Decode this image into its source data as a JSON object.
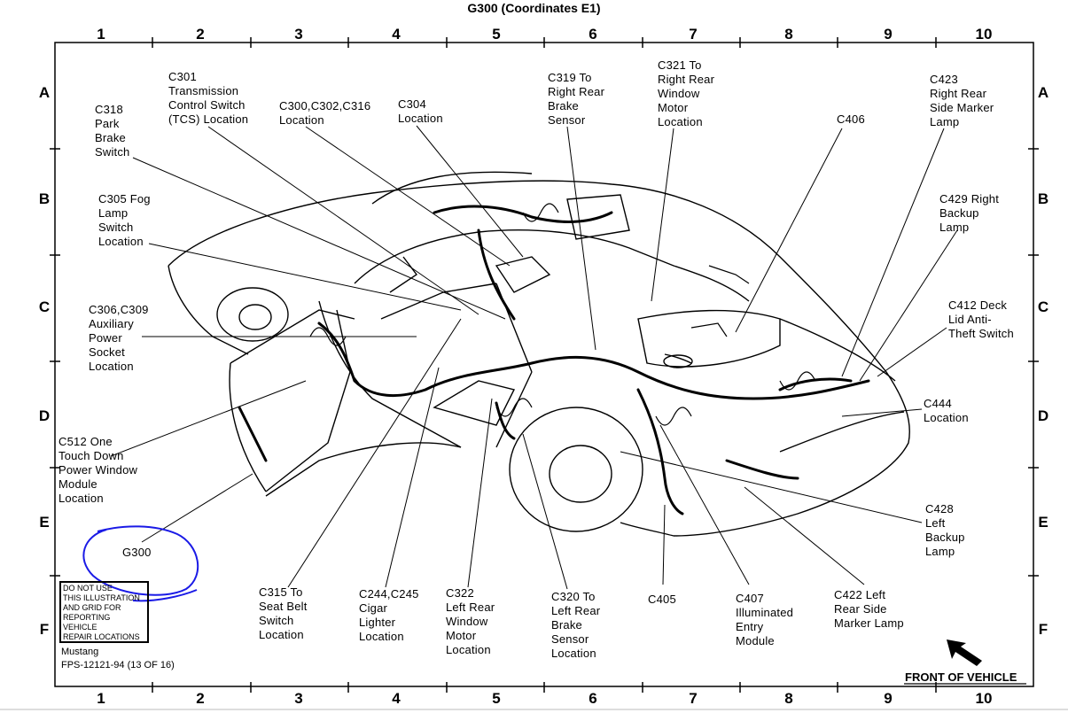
{
  "header": {
    "title": "G300  (Coordinates  E1)"
  },
  "grid": {
    "columns": [
      "1",
      "2",
      "3",
      "4",
      "5",
      "6",
      "7",
      "8",
      "9",
      "10"
    ],
    "rows": [
      "A",
      "B",
      "C",
      "D",
      "E",
      "F"
    ]
  },
  "labels": {
    "c301": "C301\nTransmission\nControl Switch\n(TCS) Location",
    "c318": "C318\nPark\nBrake\nSwitch",
    "c300": "C300,C302,C316\nLocation",
    "c304": "C304\nLocation",
    "c319": "C319 To\nRight Rear\nBrake\nSensor",
    "c321": "C321 To\nRight Rear\nWindow\nMotor\nLocation",
    "c406": "C406",
    "c423": "C423\nRight Rear\nSide Marker\nLamp",
    "c305": "C305 Fog\nLamp\nSwitch\nLocation",
    "c429": "C429 Right\nBackup\nLamp",
    "c306": "C306,C309\nAuxiliary\nPower\nSocket\nLocation",
    "c412": "C412 Deck\nLid Anti-\nTheft Switch",
    "c444": "C444\nLocation",
    "c512": "C512 One\nTouch Down\nPower Window\nModule\nLocation",
    "c428": "C428\nLeft\nBackup\nLamp",
    "g300": "G300",
    "c315": "C315 To\nSeat Belt\nSwitch\nLocation",
    "c244": "C244,C245\nCigar\nLighter\nLocation",
    "c322": "C322\nLeft Rear\nWindow\nMotor\nLocation",
    "c320": "C320 To\nLeft Rear\nBrake\nSensor\nLocation",
    "c405": "C405",
    "c407": "C407\nIlluminated\nEntry\nModule",
    "c422": "C422 Left\nRear Side\nMarker Lamp"
  },
  "warning": "DO NOT USE\nTHIS ILLUSTRATION\nAND GRID FOR\nREPORTING VEHICLE\nREPAIR LOCATIONS",
  "footer": {
    "model": "Mustang",
    "fig": "FPS-12121-94 (13 OF 16)",
    "front": "FRONT OF VEHICLE"
  },
  "annotation_color": "#1a1ae6"
}
